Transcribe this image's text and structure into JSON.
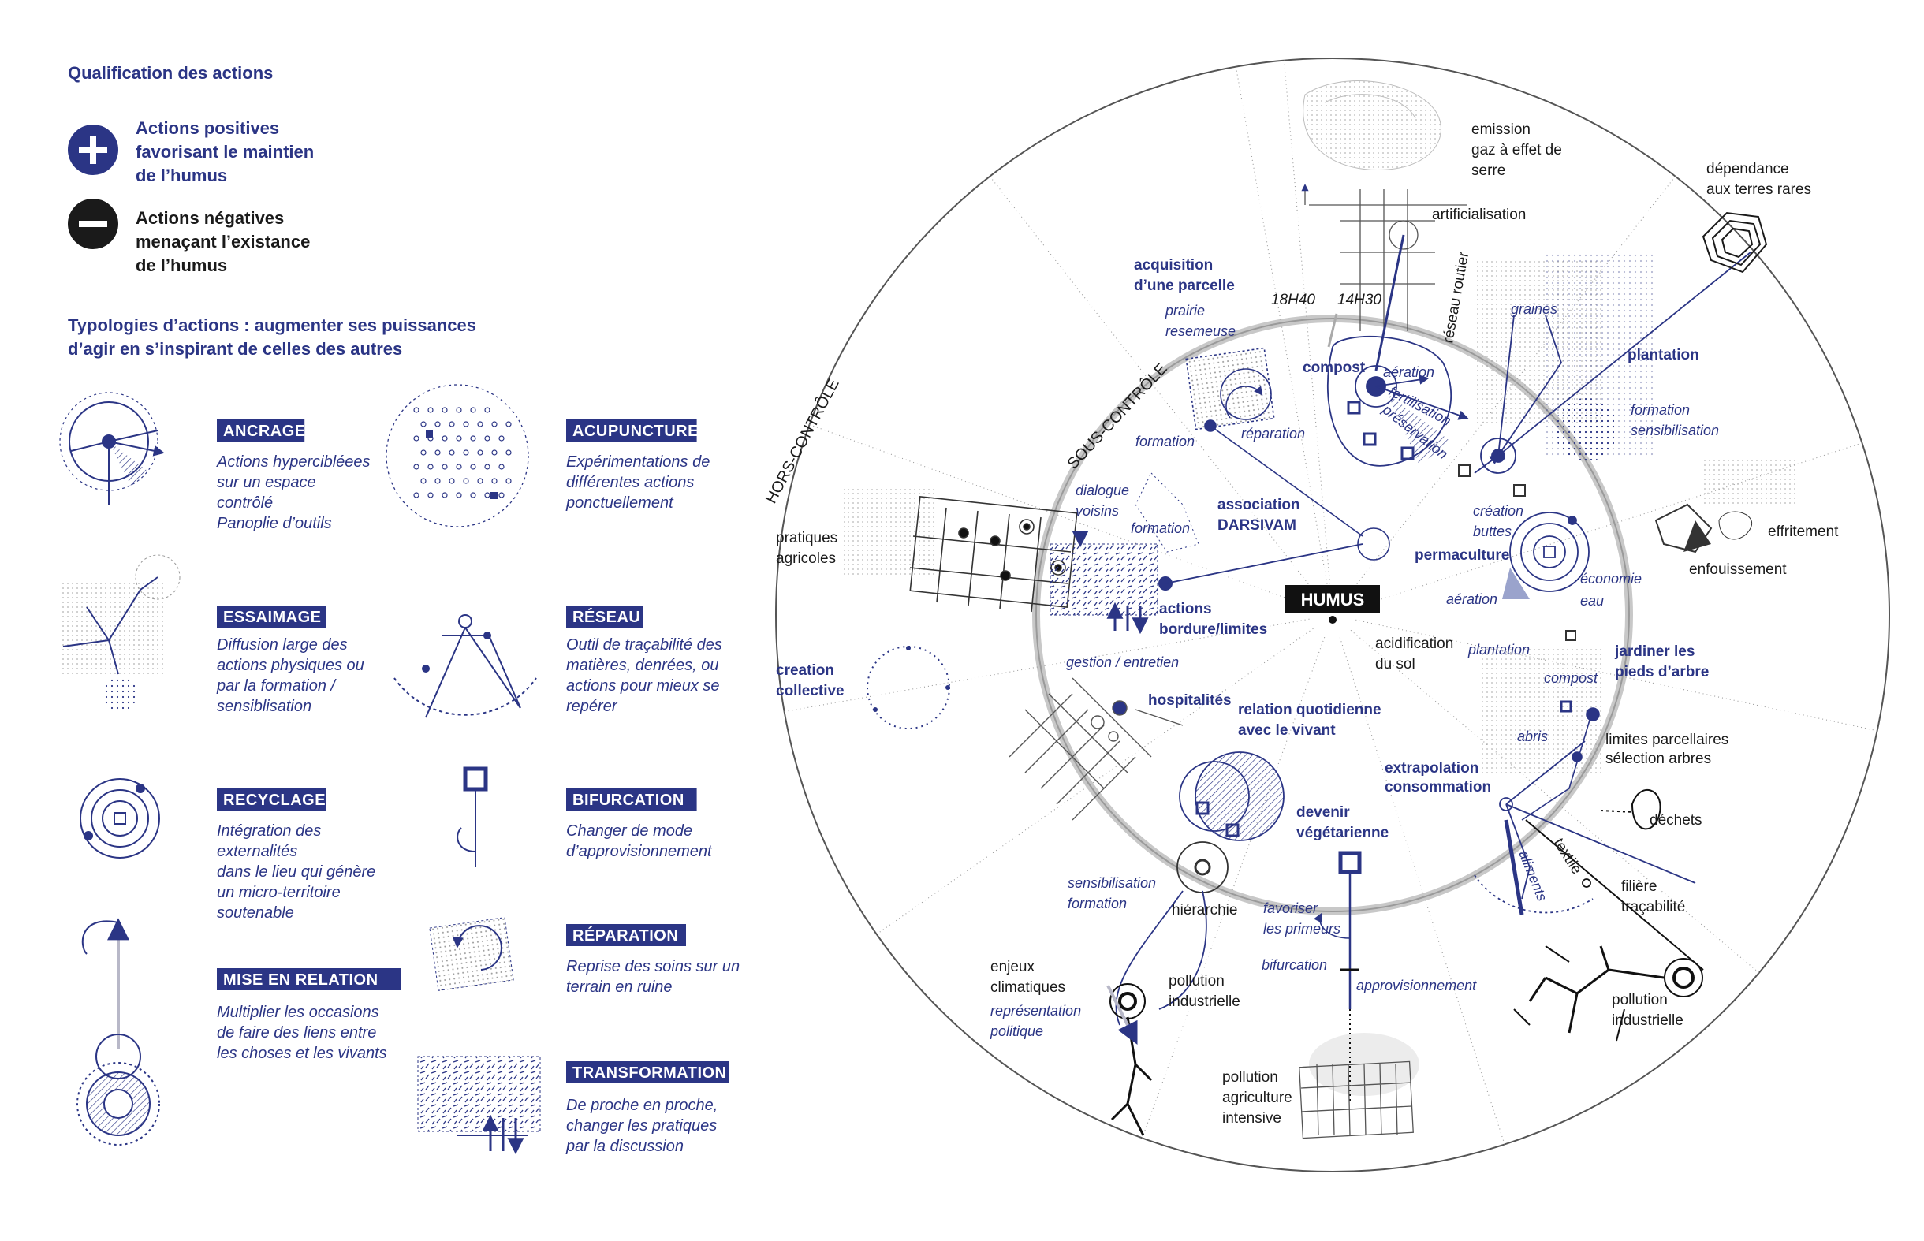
{
  "legend": {
    "qualification_title": "Qualification des actions",
    "positive": {
      "lines": [
        "Actions positives",
        "favorisant le maintien",
        "de l’humus"
      ]
    },
    "negative": {
      "lines": [
        "Actions négatives",
        "menaçant l’existance",
        "de l’humus"
      ]
    },
    "typologies_title": [
      "Typologies d’actions : augmenter ses puissances",
      "d’agir en s’inspirant de celles des autres"
    ],
    "items": [
      {
        "name": "ancrage",
        "title": "ANCRAGE",
        "desc": [
          "Actions hypercibléees",
          "sur un espace",
          "contrôlé",
          "Panoplie d’outils"
        ]
      },
      {
        "name": "acupuncture",
        "title": "ACUPUNCTURE",
        "desc": [
          "Expérimentations de",
          "différentes actions",
          "ponctuellement"
        ]
      },
      {
        "name": "essaimage",
        "title": "ESSAIMAGE",
        "desc": [
          "Diffusion large des",
          "actions physiques ou",
          "par la formation /",
          "sensiblisation"
        ]
      },
      {
        "name": "reseau",
        "title": "RÉSEAU",
        "desc": [
          "Outil de traçabilité des",
          "matières, denrées, ou",
          "actions pour mieux se",
          "repérer"
        ]
      },
      {
        "name": "recyclage",
        "title": "RECYCLAGE",
        "desc": [
          "Intégration des",
          "externalités",
          "dans le lieu qui génère",
          "un micro-territoire",
          "soutenable"
        ]
      },
      {
        "name": "bifurcation",
        "title": "BIFURCATION",
        "desc": [
          "Changer de mode",
          "d’approvisionnement"
        ]
      },
      {
        "name": "reparation",
        "title": "RÉPARATION",
        "desc": [
          "Reprise des soins sur un",
          "terrain en ruine"
        ]
      },
      {
        "name": "mise-en-relation",
        "title": "MISE EN RELATION",
        "desc": [
          "Multiplier les occasions",
          "de faire des liens entre",
          "les choses et les vivants"
        ]
      },
      {
        "name": "transformation",
        "title": "TRANSFORMATION",
        "desc": [
          "De proche en proche,",
          "changer les pratiques",
          "par la discussion"
        ]
      }
    ]
  },
  "diagram": {
    "center": "HUMUS",
    "rings": {
      "outer": "HORS-CONTRÔLE",
      "inner": "SOUS-CONTRÔLE"
    },
    "times": [
      "18H40",
      "14H30"
    ],
    "labels": {
      "emission": [
        "emission",
        "gaz à effet de",
        "serre"
      ],
      "artificialisation": "artificialisation",
      "reseau_routier": "réseau routier",
      "dependance": [
        "dépendance",
        "aux terres rares"
      ],
      "acquisition": [
        "acquisition",
        "d’une parcelle"
      ],
      "prairie": [
        "prairie",
        "resemeuse"
      ],
      "compost": "compost",
      "aeration_top": "aération",
      "fertilisation": "fertilisation",
      "preservation": "préservation",
      "graines": "graines",
      "plantation": "plantation",
      "formation_sensib": [
        "formation",
        "sensibilisation"
      ],
      "effritement": "effritement",
      "enfouissement": "enfouissement",
      "formation1": "formation",
      "reparation": "réparation",
      "dialogue": [
        "dialogue",
        "voisins"
      ],
      "formation2": "formation",
      "association": [
        "association",
        "DARSIVAM"
      ],
      "creation_buttes": [
        "création",
        "buttes"
      ],
      "permaculture": "permaculture",
      "economie": "économie",
      "eau": "eau",
      "aeration_mid": "aération",
      "pratiques": [
        "pratiques",
        "agricoles"
      ],
      "actions_bordure": [
        "actions",
        "bordure/limites"
      ],
      "acidification": [
        "acidification",
        "du sol"
      ],
      "plantation2": "plantation",
      "compost2": "compost",
      "jardiner": [
        "jardiner les",
        "pieds d’arbre"
      ],
      "abris": "abris",
      "limites": [
        "limites parcellaires",
        "sélection arbres"
      ],
      "creation_collective": [
        "creation",
        "collective"
      ],
      "gestion": "gestion / entretien",
      "hospitalites": "hospitalités",
      "relation": [
        "relation quotidienne",
        "avec le vivant"
      ],
      "extrapolation": [
        "extrapolation",
        "consommation"
      ],
      "dechets": "déchets",
      "textile": "textile",
      "aliments": "aliments",
      "devenir": [
        "devenir",
        "végétarienne"
      ],
      "filiere": [
        "filière",
        "traçabilité"
      ],
      "sensib_formation": [
        "sensibilisation",
        "formation"
      ],
      "hierarchie": "hiérarchie",
      "favoriser": [
        "favoriser",
        "les primeurs"
      ],
      "bifurcation": "bifurcation",
      "approvisionnement": "approvisionnement",
      "enjeux": [
        "enjeux",
        "climatiques"
      ],
      "representation": [
        "représentation",
        "politique"
      ],
      "pollution_ind1": [
        "pollution",
        "industrielle"
      ],
      "pollution_ind2": [
        "pollution",
        "industrielle"
      ],
      "pollution_agri": [
        "pollution",
        "agriculture",
        "intensive"
      ]
    }
  },
  "colors": {
    "navy": "#2b3585",
    "black": "#1a1a1a",
    "grey": "#b8b8b8",
    "badge": "#2b3585"
  }
}
